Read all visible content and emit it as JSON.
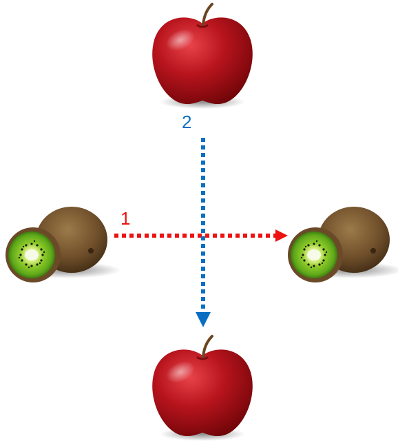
{
  "diagram": {
    "arrow_1": {
      "label": "1",
      "color": "#ee1111",
      "direction": "left-to-right"
    },
    "arrow_2": {
      "label": "2",
      "color": "#0a6fc2",
      "direction": "top-to-bottom"
    },
    "objects": {
      "top": "apple-icon",
      "bottom": "apple-icon",
      "left": "kiwi-icon",
      "right": "kiwi-icon"
    }
  }
}
